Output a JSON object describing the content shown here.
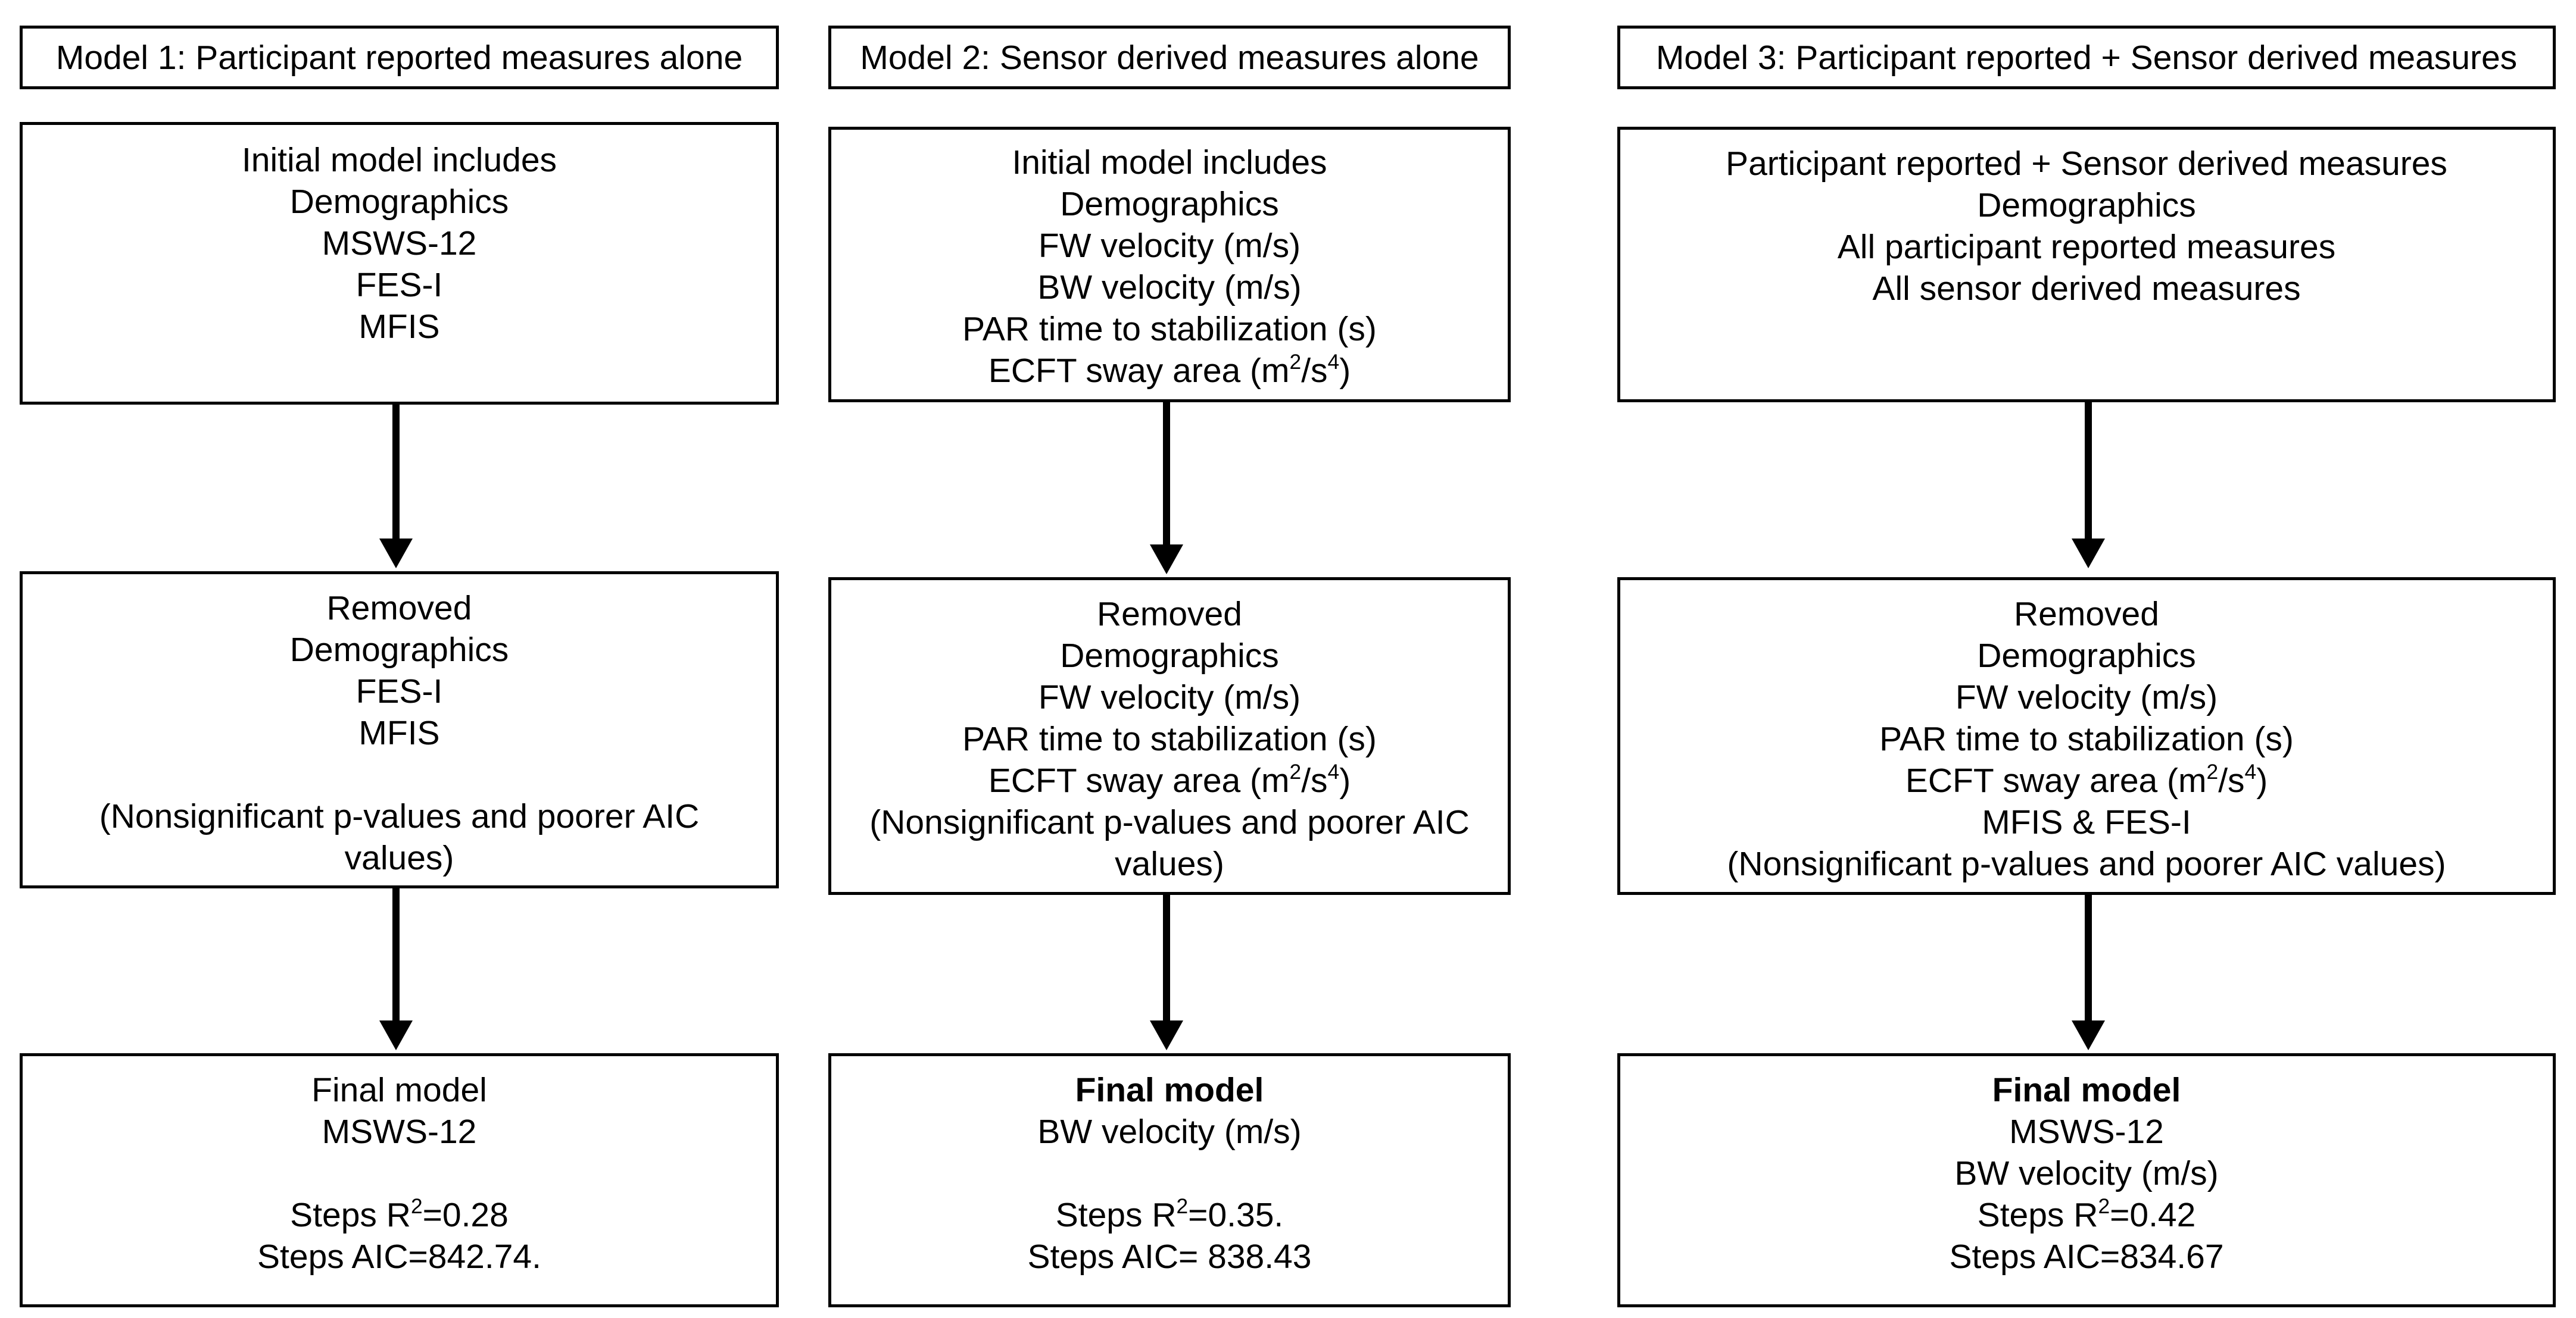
{
  "columns": [
    {
      "header": "Model 1: Participant reported measures alone",
      "initial": [
        "Initial model includes",
        "Demographics",
        "MSWS-12",
        "FES-I",
        "MFIS"
      ],
      "removed": [
        "Removed",
        "Demographics",
        "FES-I",
        "MFIS",
        "",
        "(Nonsignificant p-values and poorer AIC",
        "values)"
      ],
      "final": {
        "title": "Final model",
        "vars": [
          "MSWS-12"
        ],
        "r2_prefix": "Steps R",
        "r2_sup": "2",
        "r2_value": "=0.28",
        "aic": "Steps AIC=842.74."
      }
    },
    {
      "header": "Model 2: Sensor derived measures alone",
      "initial": [
        "Initial model includes",
        "Demographics",
        "FW velocity (m/s)",
        "BW velocity (m/s)",
        "PAR time to stabilization (s)"
      ],
      "initial_sway": {
        "prefix": "ECFT sway area (m",
        "sup1": "2",
        "mid": "/s",
        "sup2": "4",
        "suffix": ")"
      },
      "removed": [
        "Removed",
        "Demographics",
        "FW velocity (m/s)",
        "PAR time to stabilization (s)"
      ],
      "removed_sway": {
        "prefix": "ECFT sway area (m",
        "sup1": "2",
        "mid": "/s",
        "sup2": "4",
        "suffix": ")"
      },
      "removed_after": [
        "(Nonsignificant p-values and poorer AIC",
        "values)"
      ],
      "final": {
        "title": "Final model",
        "vars": [
          "BW velocity (m/s)"
        ],
        "r2_prefix": "Steps R",
        "r2_sup": "2",
        "r2_value": "=0.35.",
        "aic": "Steps AIC= 838.43"
      }
    },
    {
      "header": "Model 3: Participant reported + Sensor derived measures",
      "initial": [
        "Participant reported + Sensor derived measures",
        "Demographics",
        "All participant reported measures",
        "All sensor derived measures"
      ],
      "removed": [
        "Removed",
        "Demographics",
        "FW velocity (m/s)",
        "PAR time to stabilization (s)"
      ],
      "removed_sway": {
        "prefix": "ECFT sway area (m",
        "sup1": "2",
        "mid": "/s",
        "sup2": "4",
        "suffix": ")"
      },
      "removed_after": [
        "MFIS & FES-I",
        "(Nonsignificant p-values and poorer AIC values)"
      ],
      "final": {
        "title": "Final model",
        "vars": [
          "MSWS-12",
          "BW velocity (m/s)"
        ],
        "r2_prefix": "Steps R",
        "r2_sup": "2",
        "r2_value": "=0.42",
        "aic": "Steps AIC=834.67"
      }
    }
  ]
}
